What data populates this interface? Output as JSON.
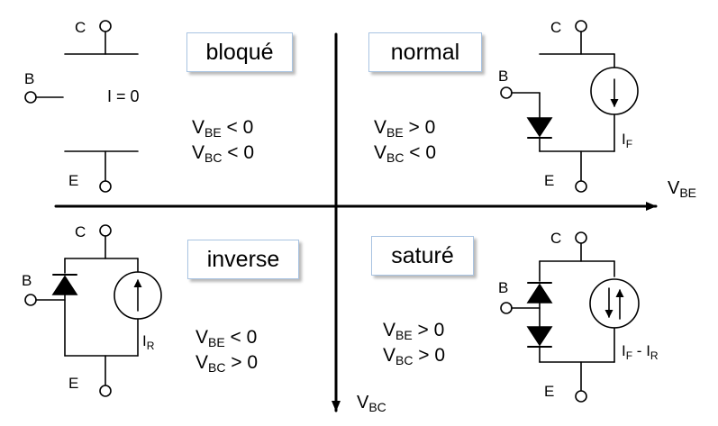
{
  "terminals": {
    "collector": "C",
    "base": "B",
    "emitter": "E"
  },
  "axes": {
    "horizontal": {
      "main": "V",
      "sub": "BE"
    },
    "vertical": {
      "main": "V",
      "sub": "BC"
    }
  },
  "quadrants": {
    "bloque": {
      "label": "bloqué",
      "current_text": "I = 0",
      "eq1": {
        "main": "V",
        "sub": "BE",
        "rel": " < 0"
      },
      "eq2": {
        "main": "V",
        "sub": "BC",
        "rel": " < 0"
      }
    },
    "normal": {
      "label": "normal",
      "current": {
        "main": "I",
        "sub": "F"
      },
      "eq1": {
        "main": "V",
        "sub": "BE",
        "rel": " > 0"
      },
      "eq2": {
        "main": "V",
        "sub": "BC",
        "rel": " < 0"
      }
    },
    "inverse": {
      "label": "inverse",
      "current": {
        "main": "I",
        "sub": "R"
      },
      "eq1": {
        "main": "V",
        "sub": "BE",
        "rel": " < 0"
      },
      "eq2": {
        "main": "V",
        "sub": "BC",
        "rel": " > 0"
      }
    },
    "sature": {
      "label": "saturé",
      "current": {
        "main1": "I",
        "sub1": "F",
        "sep": " - ",
        "main2": "I",
        "sub2": "R"
      },
      "eq1": {
        "main": "V",
        "sub": "BE",
        "rel": " > 0"
      },
      "eq2": {
        "main": "V",
        "sub": "BC",
        "rel": " > 0"
      }
    }
  },
  "colors": {
    "label_border": "#a9c4e2",
    "line": "#000000",
    "background": "#ffffff"
  }
}
